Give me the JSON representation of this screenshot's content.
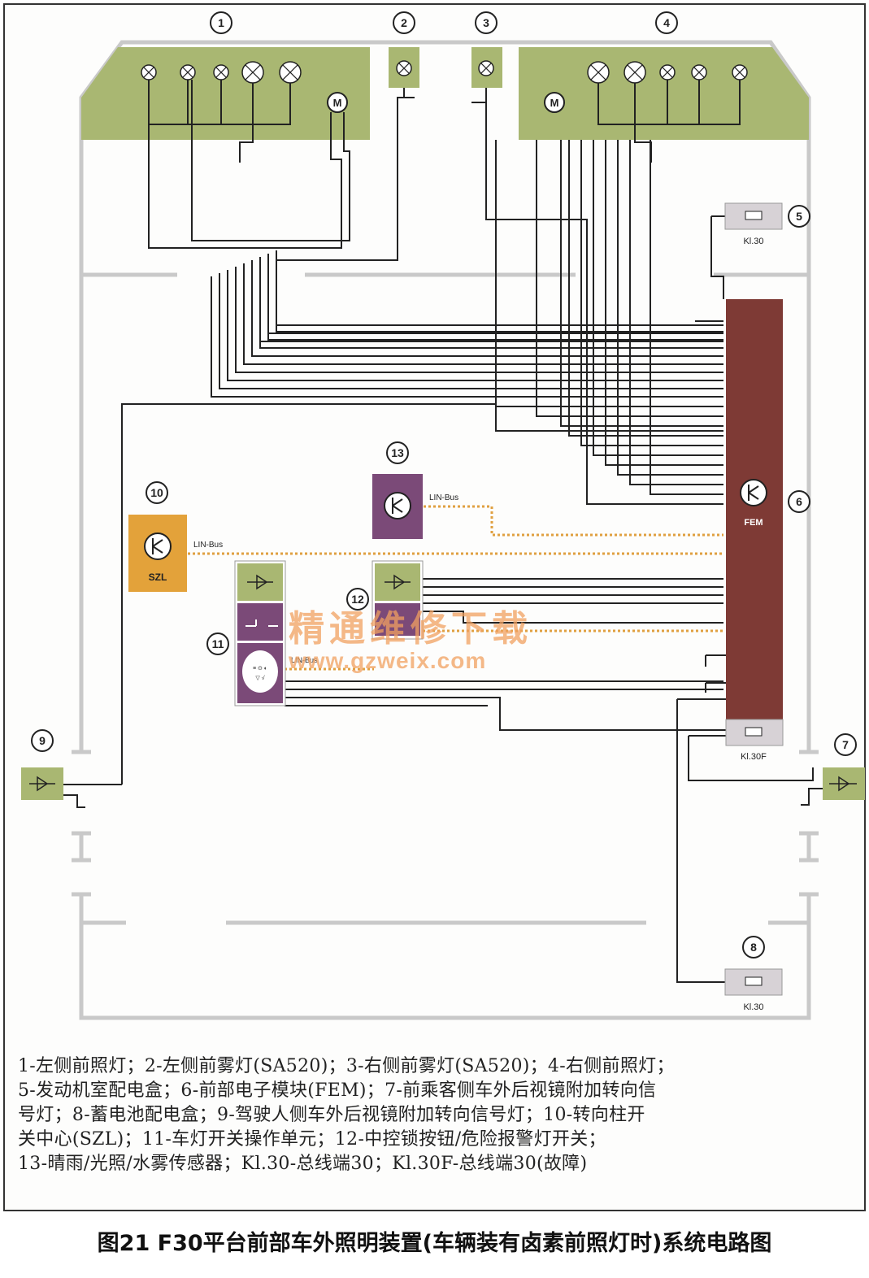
{
  "diagram": {
    "callouts": [
      "1",
      "2",
      "3",
      "4",
      "5",
      "6",
      "7",
      "8",
      "9",
      "10",
      "11",
      "12",
      "13"
    ],
    "labels": {
      "kl30_top": "Kl.30",
      "kl30f": "Kl.30F",
      "kl30_bottom": "Kl.30",
      "fem": "FEM",
      "szl": "SZL",
      "lin_bus_13": "LIN-Bus",
      "lin_bus_10": "LIN-Bus",
      "lin_bus_11": "LIN-Bus",
      "motor": "M"
    },
    "watermark": {
      "line1": "精通维修下载",
      "line2": "www.gzweix.com"
    },
    "colors": {
      "lamp_green": "#a9b772",
      "fem_red": "#7e3a35",
      "szl_orange": "#e3a23a",
      "sensor_purple": "#7b4a78",
      "fuse_grey": "#d7d2d6",
      "lin_bus": "#e0a040"
    }
  },
  "legend": {
    "line1": "1-左侧前照灯；2-左侧前雾灯(SA520)；3-右侧前雾灯(SA520)；4-右侧前照灯；",
    "line2": "5-发动机室配电盒；6-前部电子模块(FEM)；7-前乘客侧车外后视镜附加转向信",
    "line3": "号灯；8-蓄电池配电盒；9-驾驶人侧车外后视镜附加转向信号灯；10-转向柱开",
    "line4": "关中心(SZL)；11-车灯开关操作单元；12-中控锁按钮/危险报警灯开关；",
    "line5": "13-晴雨/光照/水雾传感器；Kl.30-总线端30；Kl.30F-总线端30(故障)"
  },
  "caption": "图21  F30平台前部车外照明装置(车辆装有卤素前照灯时)系统电路图"
}
